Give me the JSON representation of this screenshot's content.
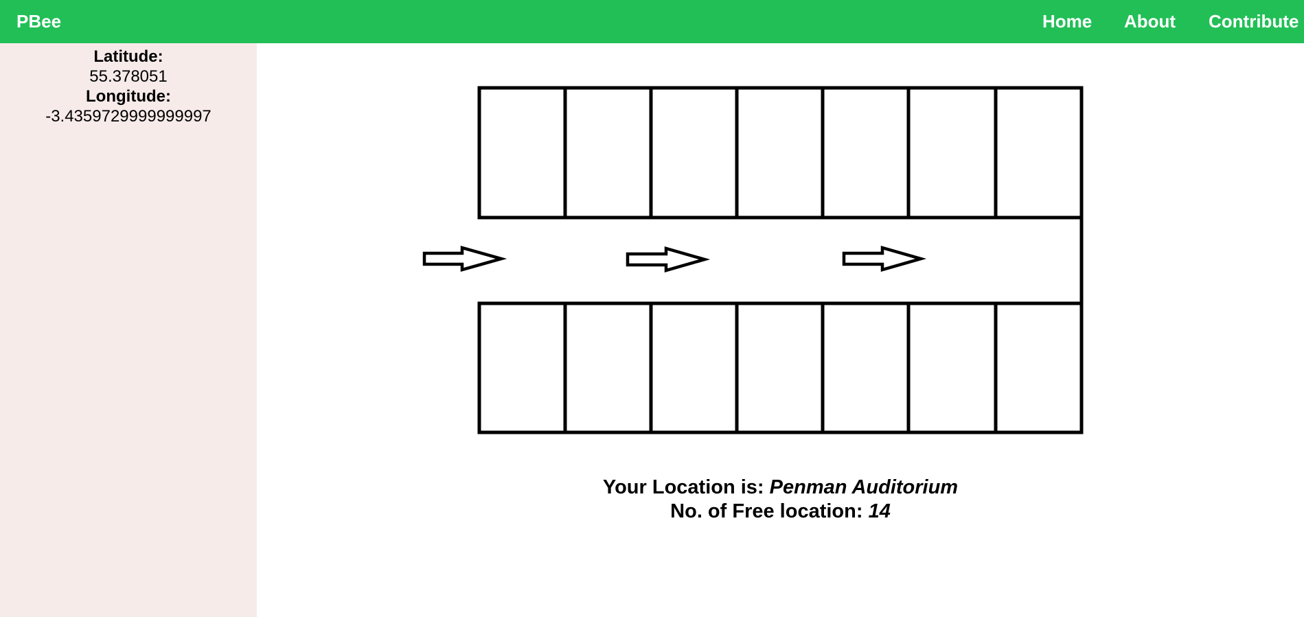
{
  "navbar": {
    "brand": "PBee",
    "links": [
      "Home",
      "About",
      "Contribute"
    ],
    "color": "#22bf57"
  },
  "sidebar": {
    "latitude_label": "Latitude:",
    "latitude_value": "55.378051",
    "longitude_label": "Longitude:",
    "longitude_value": "-3.4359729999999997",
    "color": "#f7ebea"
  },
  "parking": {
    "top_row_spaces": 7,
    "bottom_row_spaces": 7,
    "direction_arrows": 3,
    "location_label": "Your Location is:",
    "location_value": "Penman Auditorium",
    "free_label": "No. of Free location:",
    "free_value": "14"
  }
}
